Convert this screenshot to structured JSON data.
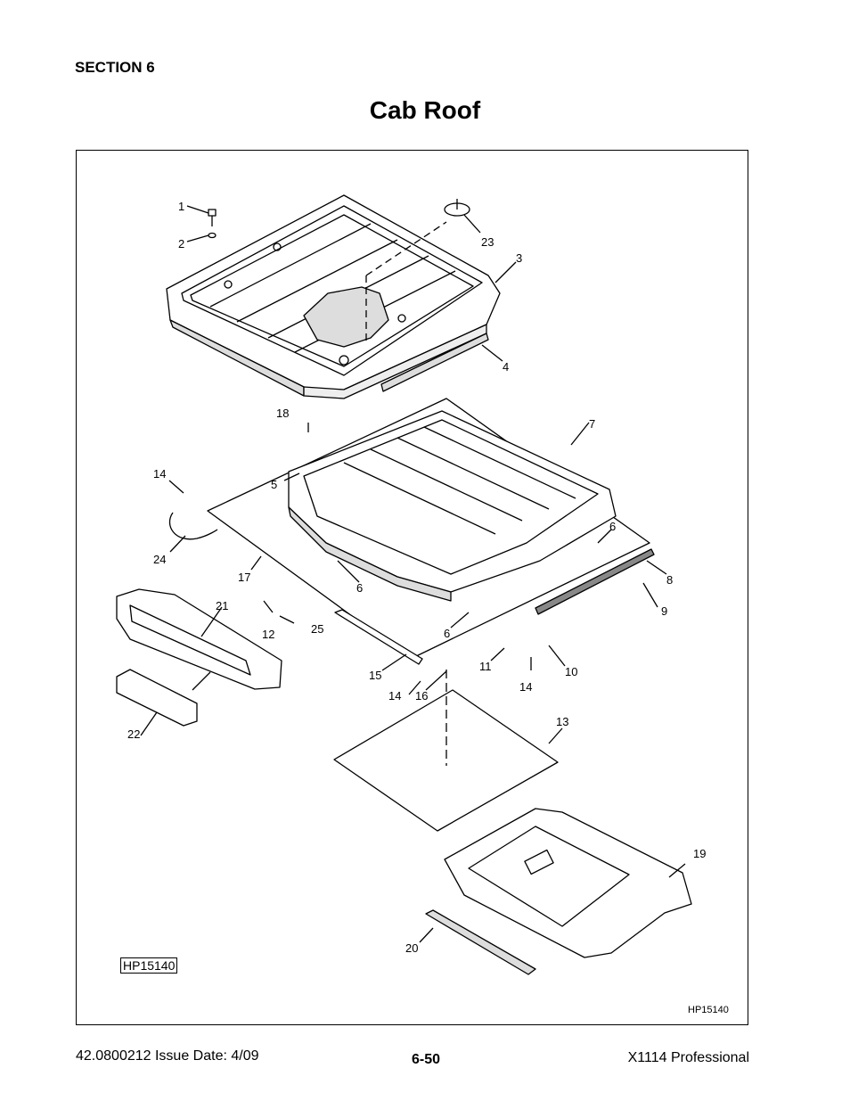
{
  "header": {
    "section": "SECTION 6",
    "title": "Cab Roof"
  },
  "figure": {
    "id_box": "HP15140",
    "id_small": "HP15140",
    "callouts": [
      "1",
      "2",
      "3",
      "4",
      "5",
      "6",
      "6",
      "6",
      "7",
      "8",
      "9",
      "10",
      "11",
      "12",
      "13",
      "14",
      "14",
      "14",
      "15",
      "16",
      "17",
      "18",
      "19",
      "20",
      "21",
      "22",
      "23",
      "24",
      "25"
    ]
  },
  "footer": {
    "doc": "42.0800212  Issue Date: 4/09",
    "page": "6-50",
    "model": "X1114 Professional"
  }
}
